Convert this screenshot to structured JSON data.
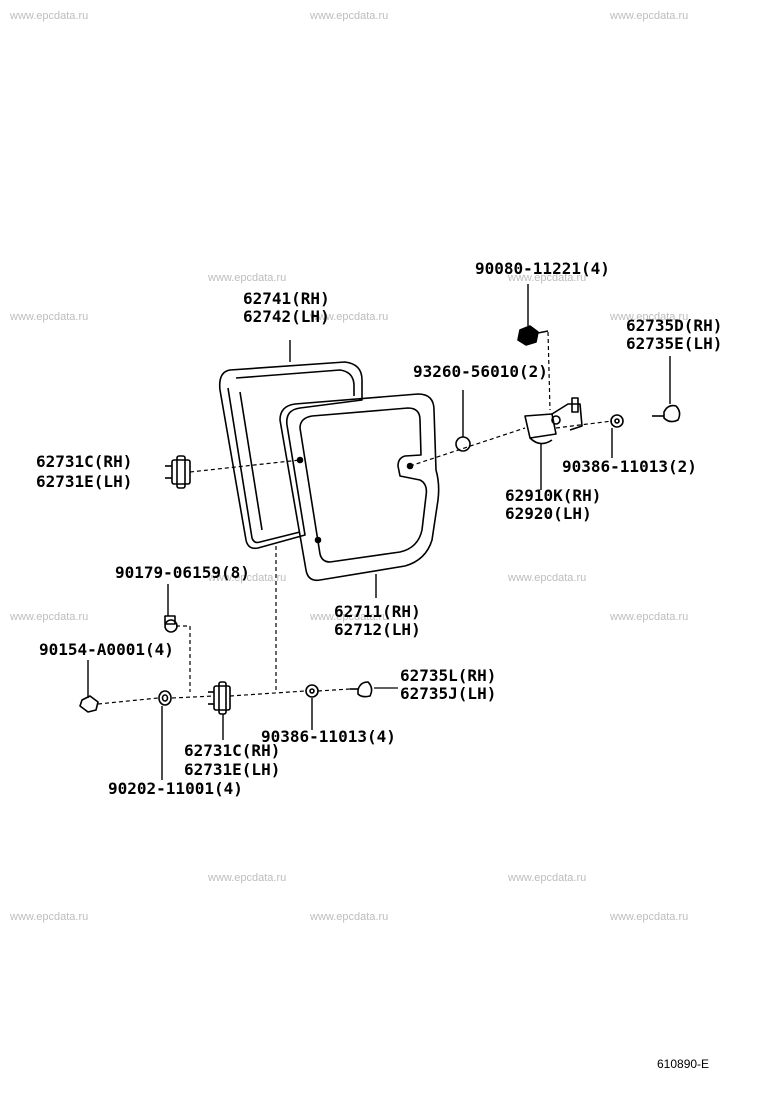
{
  "watermark": "www.epcdata.ru",
  "diagram_code": "610890-E",
  "labels": {
    "p90080": "90080-11221(4)",
    "p62741": "62741(RH)",
    "p62742": "62742(LH)",
    "p62735D": "62735D(RH)",
    "p62735E": "62735E(LH)",
    "p93260": "93260-56010(2)",
    "p62731C_top": "62731C(RH)",
    "p62731E_top": "62731E(LH)",
    "p90386_right": "90386-11013(2)",
    "p62910K": "62910K(RH)",
    "p62920": "62920(LH)",
    "p90179": "90179-06159(8)",
    "p62711": "62711(RH)",
    "p62712": "62712(LH)",
    "p90154": "90154-A0001(4)",
    "p62735L": "62735L(RH)",
    "p62735J": "62735J(LH)",
    "p90386_bottom": "90386-11013(4)",
    "p62731C_bot": "62731C(RH)",
    "p62731E_bot": "62731E(LH)",
    "p90202": "90202-11001(4)"
  }
}
